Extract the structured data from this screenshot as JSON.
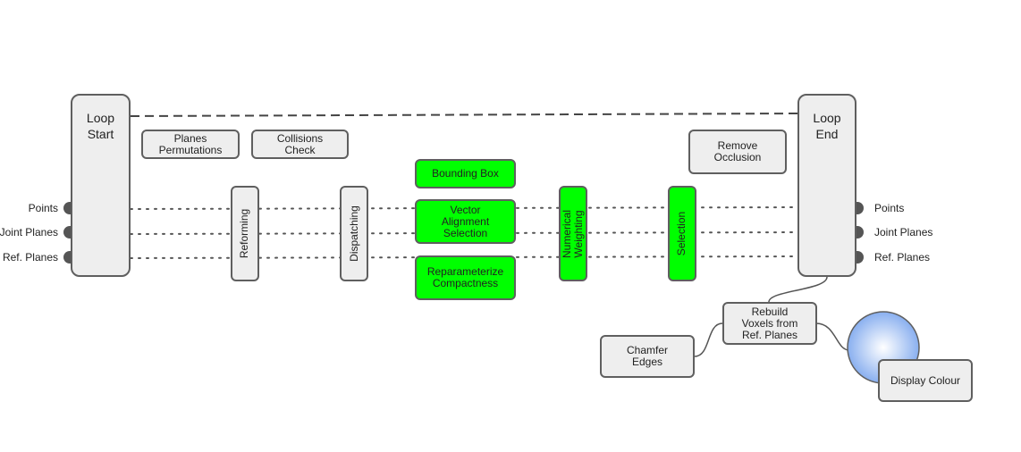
{
  "loop_start": {
    "label": "Loop\nStart"
  },
  "loop_end": {
    "label": "Loop\nEnd"
  },
  "inputs": [
    "Points",
    "Joint Planes",
    "Ref. Planes"
  ],
  "outputs": [
    "Points",
    "Joint Planes",
    "Ref. Planes"
  ],
  "stages": {
    "planes_permutations": "Planes\nPermutations",
    "collisions_check": "Collisions\nCheck",
    "reforming": "Reforming",
    "dispatching": "Dispatching",
    "bounding_box": "Bounding Box",
    "vector_alignment": "Vector\nAlignment\nSelection",
    "reparameterize": "Reparameterize\nCompactness",
    "numerical_weighting": "Numerical\nWeighting",
    "selection": "Selection",
    "remove_occlusion": "Remove\nOcclusion",
    "rebuild_voxels": "Rebuild\nVoxels from\nRef. Planes",
    "chamfer_edges": "Chamfer\nEdges",
    "display_colour": "Display Colour"
  },
  "colors": {
    "process_fill": "#eeeeee",
    "highlight_fill": "#00ff00",
    "stroke": "#5f5f5f",
    "sphere": "#9bbcf2"
  }
}
